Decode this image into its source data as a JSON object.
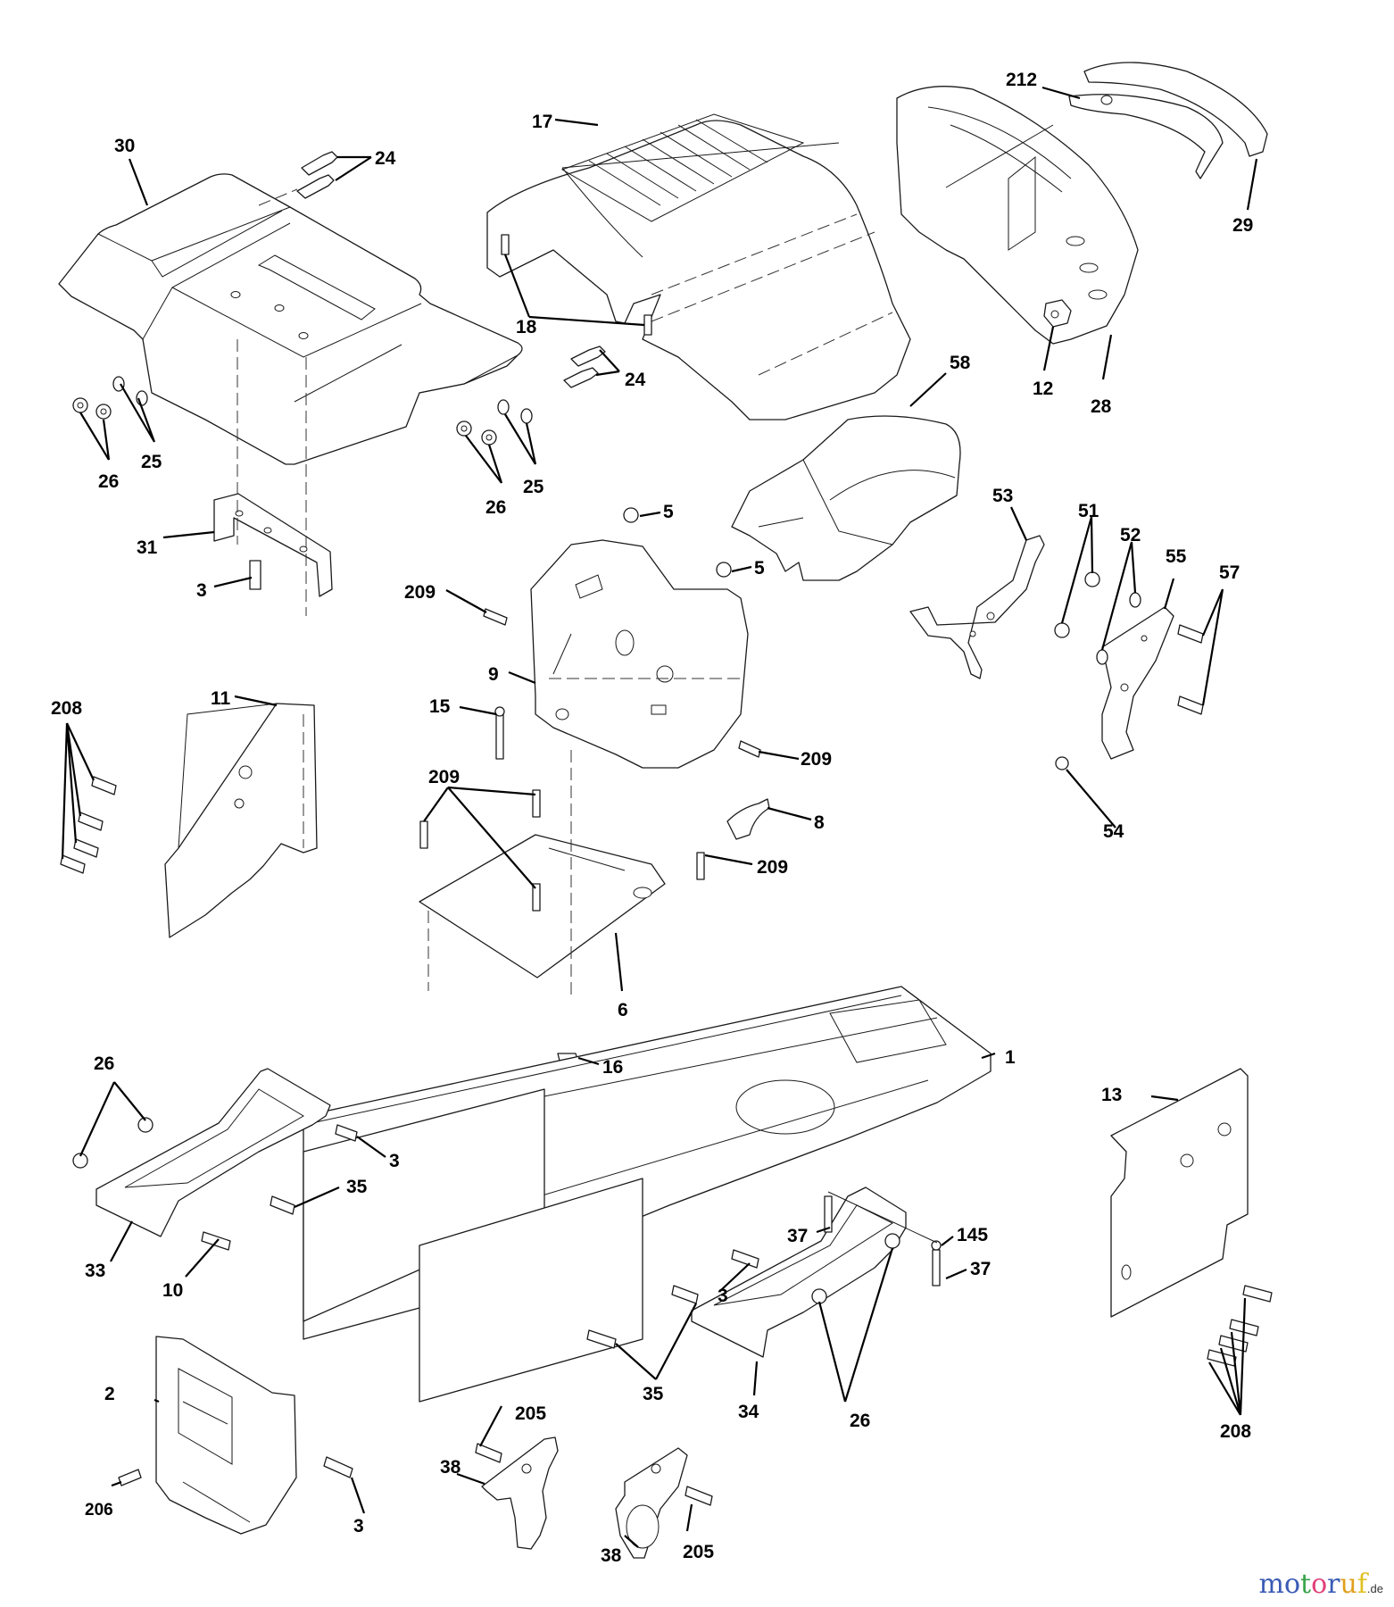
{
  "diagram": {
    "title": "Lawn tractor chassis, hood and frame – exploded parts view",
    "callouts": [
      {
        "id": "c-30",
        "label": "30"
      },
      {
        "id": "c-24a",
        "label": "24"
      },
      {
        "id": "c-17",
        "label": "17"
      },
      {
        "id": "c-18",
        "label": "18"
      },
      {
        "id": "c-212",
        "label": "212"
      },
      {
        "id": "c-29",
        "label": "29"
      },
      {
        "id": "c-24b",
        "label": "24"
      },
      {
        "id": "c-12",
        "label": "12"
      },
      {
        "id": "c-28",
        "label": "28"
      },
      {
        "id": "c-58",
        "label": "58"
      },
      {
        "id": "c-25a",
        "label": "25"
      },
      {
        "id": "c-26a",
        "label": "26"
      },
      {
        "id": "c-25b",
        "label": "25"
      },
      {
        "id": "c-26b",
        "label": "26"
      },
      {
        "id": "c-5a",
        "label": "5"
      },
      {
        "id": "c-5b",
        "label": "5"
      },
      {
        "id": "c-53",
        "label": "53"
      },
      {
        "id": "c-51",
        "label": "51"
      },
      {
        "id": "c-52",
        "label": "52"
      },
      {
        "id": "c-55",
        "label": "55"
      },
      {
        "id": "c-57",
        "label": "57"
      },
      {
        "id": "c-31",
        "label": "31"
      },
      {
        "id": "c-3a",
        "label": "3"
      },
      {
        "id": "c-209a",
        "label": "209"
      },
      {
        "id": "c-9",
        "label": "9"
      },
      {
        "id": "c-11",
        "label": "11"
      },
      {
        "id": "c-208a",
        "label": "208"
      },
      {
        "id": "c-15",
        "label": "15"
      },
      {
        "id": "c-209b",
        "label": "209"
      },
      {
        "id": "c-209c",
        "label": "209"
      },
      {
        "id": "c-8",
        "label": "8"
      },
      {
        "id": "c-54",
        "label": "54"
      },
      {
        "id": "c-209d",
        "label": "209"
      },
      {
        "id": "c-6",
        "label": "6"
      },
      {
        "id": "c-16",
        "label": "16"
      },
      {
        "id": "c-1",
        "label": "1"
      },
      {
        "id": "c-26c",
        "label": "26"
      },
      {
        "id": "c-13",
        "label": "13"
      },
      {
        "id": "c-3b",
        "label": "3"
      },
      {
        "id": "c-35a",
        "label": "35"
      },
      {
        "id": "c-33",
        "label": "33"
      },
      {
        "id": "c-10",
        "label": "10"
      },
      {
        "id": "c-37a",
        "label": "37"
      },
      {
        "id": "c-145",
        "label": "145"
      },
      {
        "id": "c-37b",
        "label": "37"
      },
      {
        "id": "c-3c",
        "label": "3"
      },
      {
        "id": "c-35b",
        "label": "35"
      },
      {
        "id": "c-34",
        "label": "34"
      },
      {
        "id": "c-2",
        "label": "2"
      },
      {
        "id": "c-205a",
        "label": "205"
      },
      {
        "id": "c-38a",
        "label": "38"
      },
      {
        "id": "c-26d",
        "label": "26"
      },
      {
        "id": "c-208b",
        "label": "208"
      },
      {
        "id": "c-206",
        "label": "206"
      },
      {
        "id": "c-3d",
        "label": "3"
      },
      {
        "id": "c-38b",
        "label": "38"
      },
      {
        "id": "c-205b",
        "label": "205"
      }
    ]
  },
  "watermark": {
    "letters": [
      "m",
      "o",
      "t",
      "o",
      "r",
      "u",
      "f"
    ],
    "colors": [
      "#3a5bb5",
      "#3a5bb5",
      "#3aa34a",
      "#e0407a",
      "#3a5bb5",
      "#e0a020",
      "#e0c020"
    ],
    "suffix": ".de"
  }
}
